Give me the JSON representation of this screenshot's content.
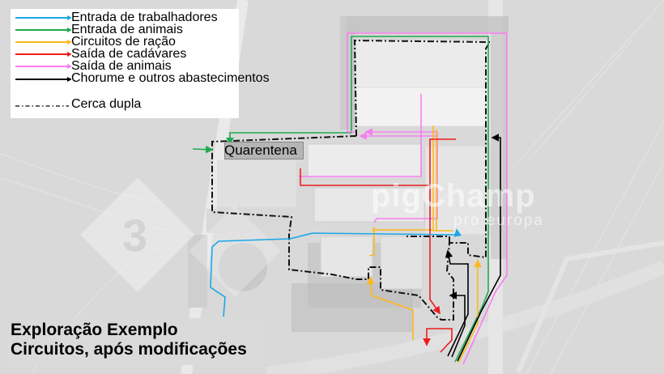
{
  "legend": {
    "items": [
      {
        "label": "Entrada de trabalhadores",
        "color": "#1aa7e6",
        "style": "arrow"
      },
      {
        "label": "Entrada de animais",
        "color": "#1faa4f",
        "style": "arrow"
      },
      {
        "label": "Circuitos de ração",
        "color": "#ffb81c",
        "style": "arrow"
      },
      {
        "label": "Saída de cadávares",
        "color": "#ee1c1c",
        "style": "arrow"
      },
      {
        "label": "Saída de animais",
        "color": "#f77ff0",
        "style": "arrow"
      },
      {
        "label": "Chorume e outros abastecimentos",
        "color": "#000000",
        "style": "arrow"
      },
      {
        "label": "Cerca dupla",
        "color": "#000000",
        "style": "dash-dot"
      }
    ]
  },
  "map": {
    "zone_label": "Quarentena",
    "watermark": {
      "brand": "pigChamp",
      "sub": "pro europa",
      "badge": "3"
    }
  },
  "title": {
    "line1": "Exploração Exemplo",
    "line2": "Circuitos, após modificações"
  }
}
